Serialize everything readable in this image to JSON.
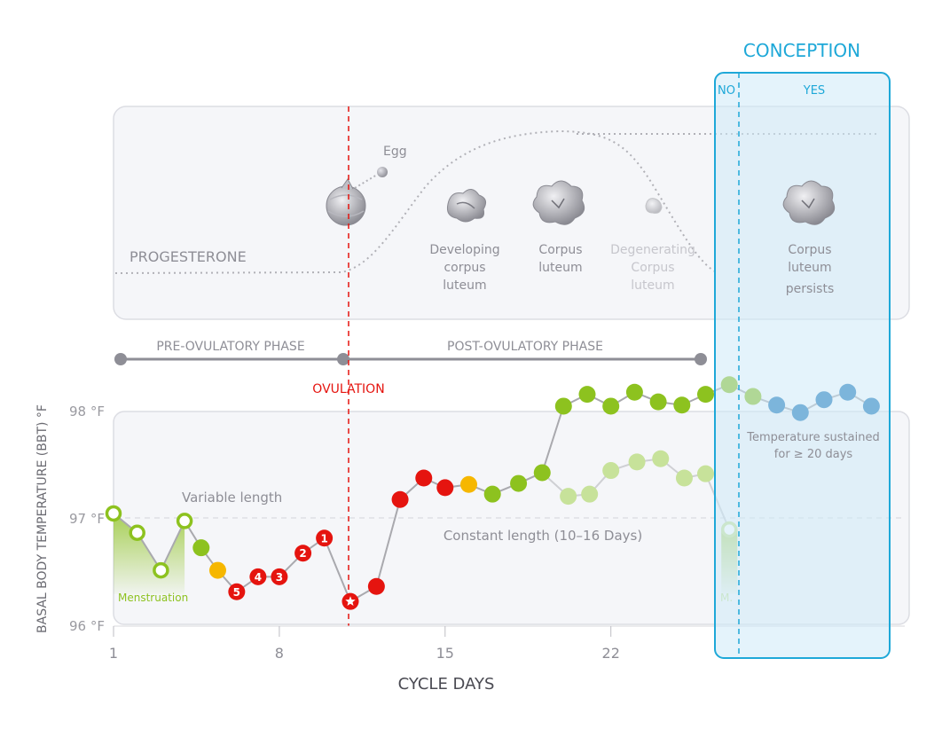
{
  "chart_data": {
    "type": "line",
    "title": "",
    "xlabel": "CYCLE DAYS",
    "ylabel": "BASAL BODY TEMPERATURE (BBT) °F",
    "xlim": [
      1,
      33.5
    ],
    "ylim": [
      96,
      98.2
    ],
    "x_ticks": [
      {
        "value": 1,
        "label": "1"
      },
      {
        "value": 8,
        "label": "8"
      },
      {
        "value": 15,
        "label": "15"
      },
      {
        "value": 22,
        "label": "22"
      }
    ],
    "y_ticks": [
      {
        "value": 96,
        "label": "96 °F"
      },
      {
        "value": 97,
        "label": "97 °F"
      },
      {
        "value": 98,
        "label": "98 °F"
      }
    ],
    "series": [
      {
        "role": "main",
        "points": [
          {
            "x": 1,
            "y": 97.05,
            "color": "#8dc21f",
            "open": true
          },
          {
            "x": 2,
            "y": 96.87,
            "color": "#8dc21f",
            "open": true
          },
          {
            "x": 3,
            "y": 96.52,
            "color": "#8dc21f",
            "open": true
          },
          {
            "x": 4,
            "y": 96.98,
            "color": "#8dc21f",
            "open": true
          },
          {
            "x": 4.7,
            "y": 96.73,
            "color": "#8dc21f"
          },
          {
            "x": 5.4,
            "y": 96.52,
            "color": "#f6b700"
          },
          {
            "x": 6.2,
            "y": 96.32,
            "color": "#e5140f",
            "label": "5"
          },
          {
            "x": 7.1,
            "y": 96.46,
            "color": "#e5140f",
            "label": "4"
          },
          {
            "x": 8,
            "y": 96.46,
            "color": "#e5140f",
            "label": "3"
          },
          {
            "x": 9,
            "y": 96.68,
            "color": "#e5140f",
            "label": "2"
          },
          {
            "x": 9.9,
            "y": 96.82,
            "color": "#e5140f",
            "label": "1"
          },
          {
            "x": 11,
            "y": 96.23,
            "color": "#e5140f",
            "star": true
          },
          {
            "x": 12.1,
            "y": 96.37,
            "color": "#e5140f"
          },
          {
            "x": 13.1,
            "y": 97.18,
            "color": "#e5140f"
          },
          {
            "x": 14.1,
            "y": 97.38,
            "color": "#e5140f"
          },
          {
            "x": 15,
            "y": 97.29,
            "color": "#e5140f"
          },
          {
            "x": 16,
            "y": 97.32,
            "color": "#f6b700"
          },
          {
            "x": 17,
            "y": 97.23,
            "color": "#8dc21f"
          },
          {
            "x": 18.1,
            "y": 97.33,
            "color": "#8dc21f"
          },
          {
            "x": 19.1,
            "y": 97.43,
            "color": "#8dc21f"
          },
          {
            "x": 20,
            "y": 98.05,
            "color": "#8dc21f"
          },
          {
            "x": 21,
            "y": 98.16,
            "color": "#8dc21f"
          },
          {
            "x": 22,
            "y": 98.05,
            "color": "#8dc21f"
          },
          {
            "x": 23,
            "y": 98.18,
            "color": "#8dc21f"
          },
          {
            "x": 24,
            "y": 98.09,
            "color": "#8dc21f"
          },
          {
            "x": 25,
            "y": 98.06,
            "color": "#8dc21f"
          },
          {
            "x": 26,
            "y": 98.16,
            "color": "#8dc21f"
          },
          {
            "x": 27,
            "y": 98.25,
            "color": "#8dc21f"
          },
          {
            "x": 28,
            "y": 98.14,
            "color": "#8dc21f"
          },
          {
            "x": 29,
            "y": 98.06,
            "color": "#1a77b8"
          },
          {
            "x": 30,
            "y": 97.99,
            "color": "#1a77b8"
          },
          {
            "x": 31,
            "y": 98.11,
            "color": "#1a77b8"
          },
          {
            "x": 32,
            "y": 98.18,
            "color": "#1a77b8"
          },
          {
            "x": 33,
            "y": 98.05,
            "color": "#1a77b8"
          }
        ]
      },
      {
        "role": "no-conception",
        "points": [
          {
            "x": 19.1,
            "y": 97.43,
            "color": "#c7e29a"
          },
          {
            "x": 20.2,
            "y": 97.21,
            "color": "#c7e29a"
          },
          {
            "x": 21.1,
            "y": 97.23,
            "color": "#c7e29a"
          },
          {
            "x": 22,
            "y": 97.45,
            "color": "#c7e29a"
          },
          {
            "x": 23.1,
            "y": 97.53,
            "color": "#c7e29a"
          },
          {
            "x": 24.1,
            "y": 97.56,
            "color": "#c7e29a"
          },
          {
            "x": 25.1,
            "y": 97.38,
            "color": "#c7e29a"
          },
          {
            "x": 26,
            "y": 97.42,
            "color": "#c7e29a"
          },
          {
            "x": 27,
            "y": 96.9,
            "color": "#c7e29a",
            "open": true
          }
        ]
      }
    ],
    "annotations": {
      "variable_length": "Variable length",
      "constant_length": "Constant length (10–16 Days)",
      "menstruation": "Menstruation",
      "m_abbrev": "M.",
      "sustained": [
        "Temperature sustained",
        "for ≥ 20 days"
      ],
      "ovulation": "OVULATION",
      "pre_phase": "PRE-OVULATORY PHASE",
      "post_phase": "POST-OVULATORY PHASE",
      "conception": "CONCEPTION",
      "no": "NO",
      "yes": "YES"
    },
    "hormone_panel": {
      "progesterone": "PROGESTERONE",
      "egg": "Egg",
      "developing": [
        "Developing",
        "corpus",
        "luteum"
      ],
      "corpus": [
        "Corpus",
        "luteum"
      ],
      "degenerating": [
        "Degenerating",
        "Corpus",
        "luteum"
      ],
      "persists": [
        "Corpus",
        "luteum",
        "persists"
      ]
    },
    "colors": {
      "green": "#8dc21f",
      "green_light": "#c7e29a",
      "yellow": "#f6b700",
      "red": "#e5140f",
      "blue": "#1a77b8",
      "cyan": "#1ea8d8",
      "gray_text": "#9a9aa0",
      "line": "#a9a9ae"
    }
  }
}
